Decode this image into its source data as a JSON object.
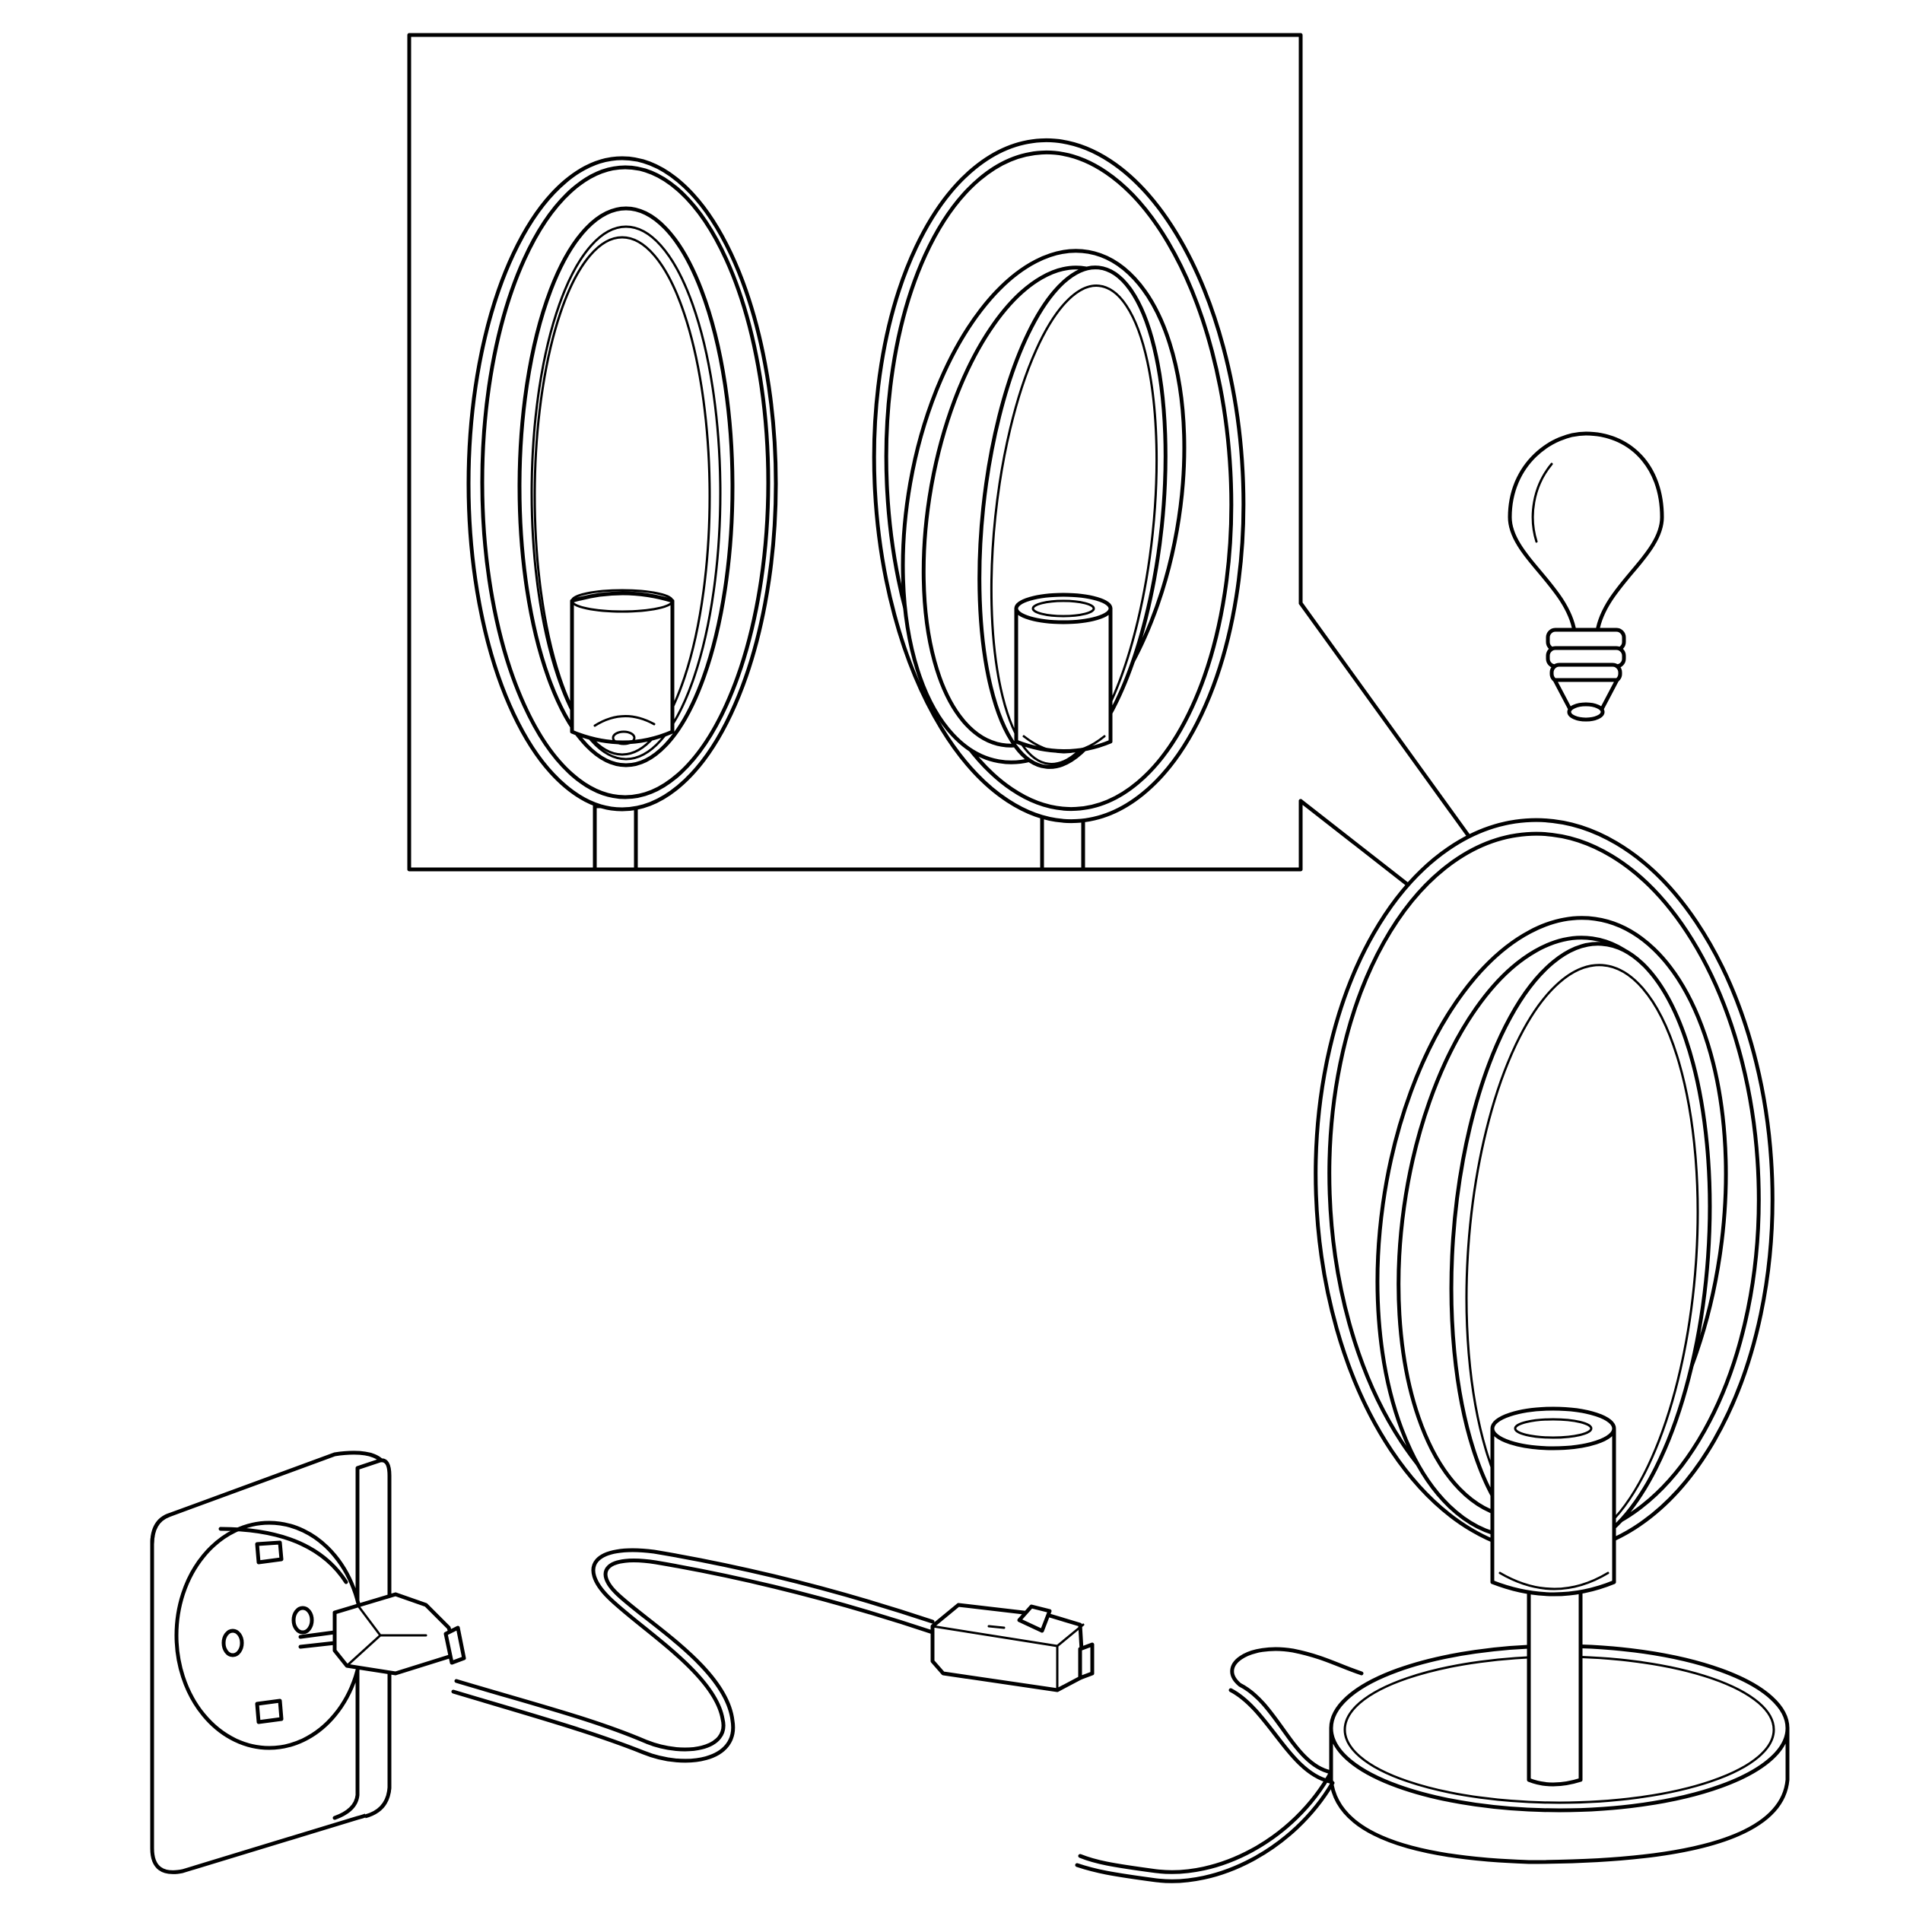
{
  "figure": {
    "kind": "assembly-illustration",
    "line_color": "#000000",
    "background_color": "#ffffff",
    "parts": [
      {
        "name": "detail-inset",
        "icon": "magnified-detail-box"
      },
      {
        "name": "light-bulb",
        "icon": "bulb-icon"
      },
      {
        "name": "ring-table-lamp",
        "icon": "lamp-icon"
      },
      {
        "name": "wall-socket",
        "icon": "socket-icon"
      },
      {
        "name": "plug",
        "icon": "plug-icon"
      },
      {
        "name": "inline-switch",
        "icon": "switch-icon"
      }
    ],
    "inset_steps": 2
  }
}
